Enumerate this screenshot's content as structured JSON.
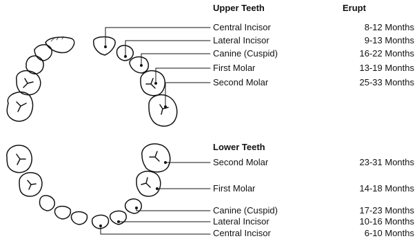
{
  "upper": {
    "heading": "Upper Teeth",
    "erupt_heading": "Erupt",
    "rows": [
      {
        "name": "Central Incisor",
        "erupt": "8-12 Months"
      },
      {
        "name": "Lateral Incisor",
        "erupt": "9-13 Months"
      },
      {
        "name": "Canine (Cuspid)",
        "erupt": "16-22 Months"
      },
      {
        "name": "First Molar",
        "erupt": "13-19 Months"
      },
      {
        "name": "Second Molar",
        "erupt": "25-33 Months"
      }
    ]
  },
  "lower": {
    "heading": "Lower Teeth",
    "rows": [
      {
        "name": "Second Molar",
        "erupt": "23-31 Months"
      },
      {
        "name": "First Molar",
        "erupt": "14-18 Months"
      },
      {
        "name": "Canine (Cuspid)",
        "erupt": "17-23 Months"
      },
      {
        "name": "Lateral Incisor",
        "erupt": "10-16 Months"
      },
      {
        "name": "Central Incisor",
        "erupt": "6-10 Months"
      }
    ]
  }
}
